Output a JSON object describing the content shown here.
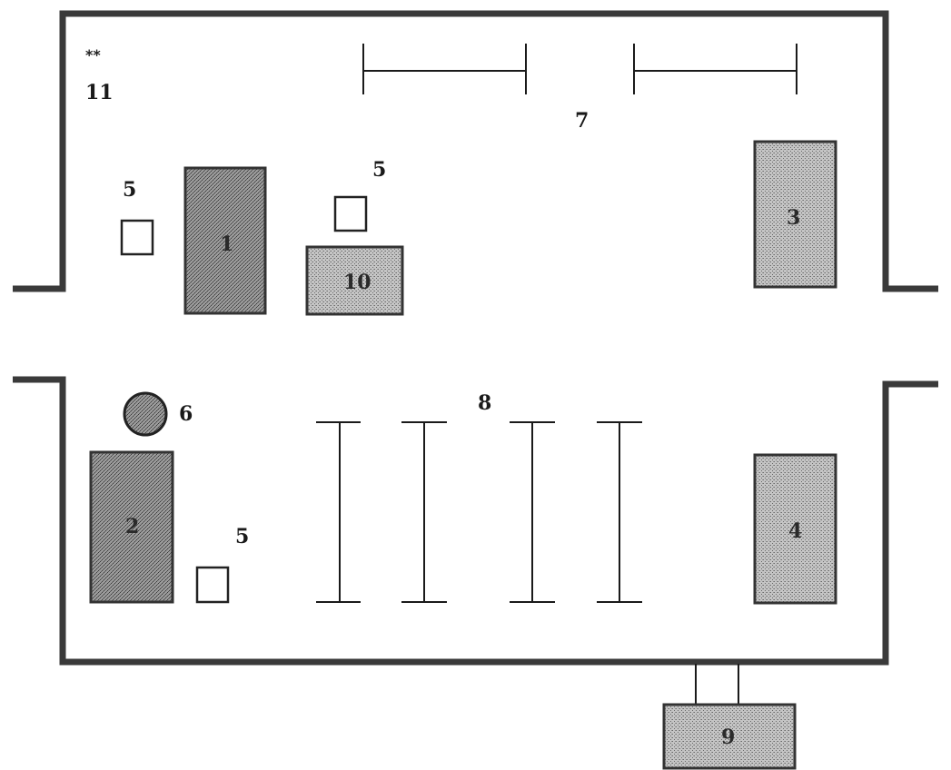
{
  "diagram": {
    "labels": {
      "stars": "**",
      "l11": "11",
      "l7": "7",
      "l5a": "5",
      "l5b": "5",
      "l5c": "5",
      "l6": "6",
      "l8": "8"
    },
    "equipment": {
      "e1": "1",
      "e2": "2",
      "e3": "3",
      "e4": "4",
      "e9": "9",
      "e10": "10"
    }
  },
  "colors": {
    "equipment_fill": "#b8b8b8",
    "equipment_dark_fill": "#8f8f8f",
    "wall": "#3a3a3a"
  }
}
